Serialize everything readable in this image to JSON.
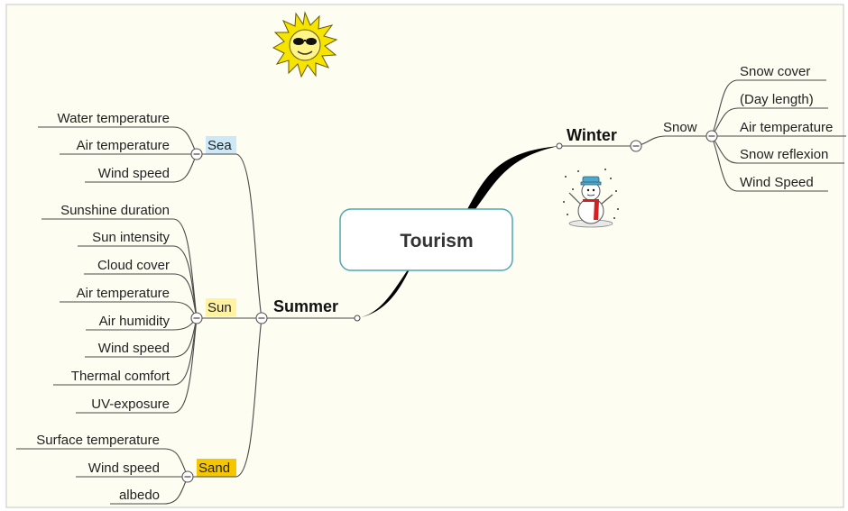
{
  "central_topic": "Tourism",
  "branches": {
    "summer": {
      "label": "Summer",
      "sea": {
        "label": "Sea",
        "items": [
          "Water temperature",
          "Air temperature",
          "Wind speed"
        ],
        "highlight": "#cde9f7"
      },
      "sun": {
        "label": "Sun",
        "items": [
          "Sunshine duration",
          "Sun intensity",
          "Cloud cover",
          "Air temperature",
          "Air humidity",
          "Wind speed",
          "Thermal comfort",
          "UV-exposure"
        ],
        "highlight": "#fff2a0"
      },
      "sand": {
        "label": "Sand",
        "items": [
          "Surface temperature",
          "Wind speed",
          "albedo"
        ],
        "highlight": "#f6c700"
      }
    },
    "winter": {
      "label": "Winter",
      "snow": {
        "label": "Snow",
        "items": [
          "Snow cover",
          "(Day length)",
          "Air temperature",
          "Snow reflexion",
          "Wind Speed"
        ]
      }
    }
  },
  "decorations": {
    "sun_icon": "sun-with-sunglasses-icon",
    "snowman_icon": "snowman-icon"
  },
  "colors": {
    "background": "#fdfdf1",
    "central_border": "#4fa7b5",
    "connector": "#000000"
  }
}
